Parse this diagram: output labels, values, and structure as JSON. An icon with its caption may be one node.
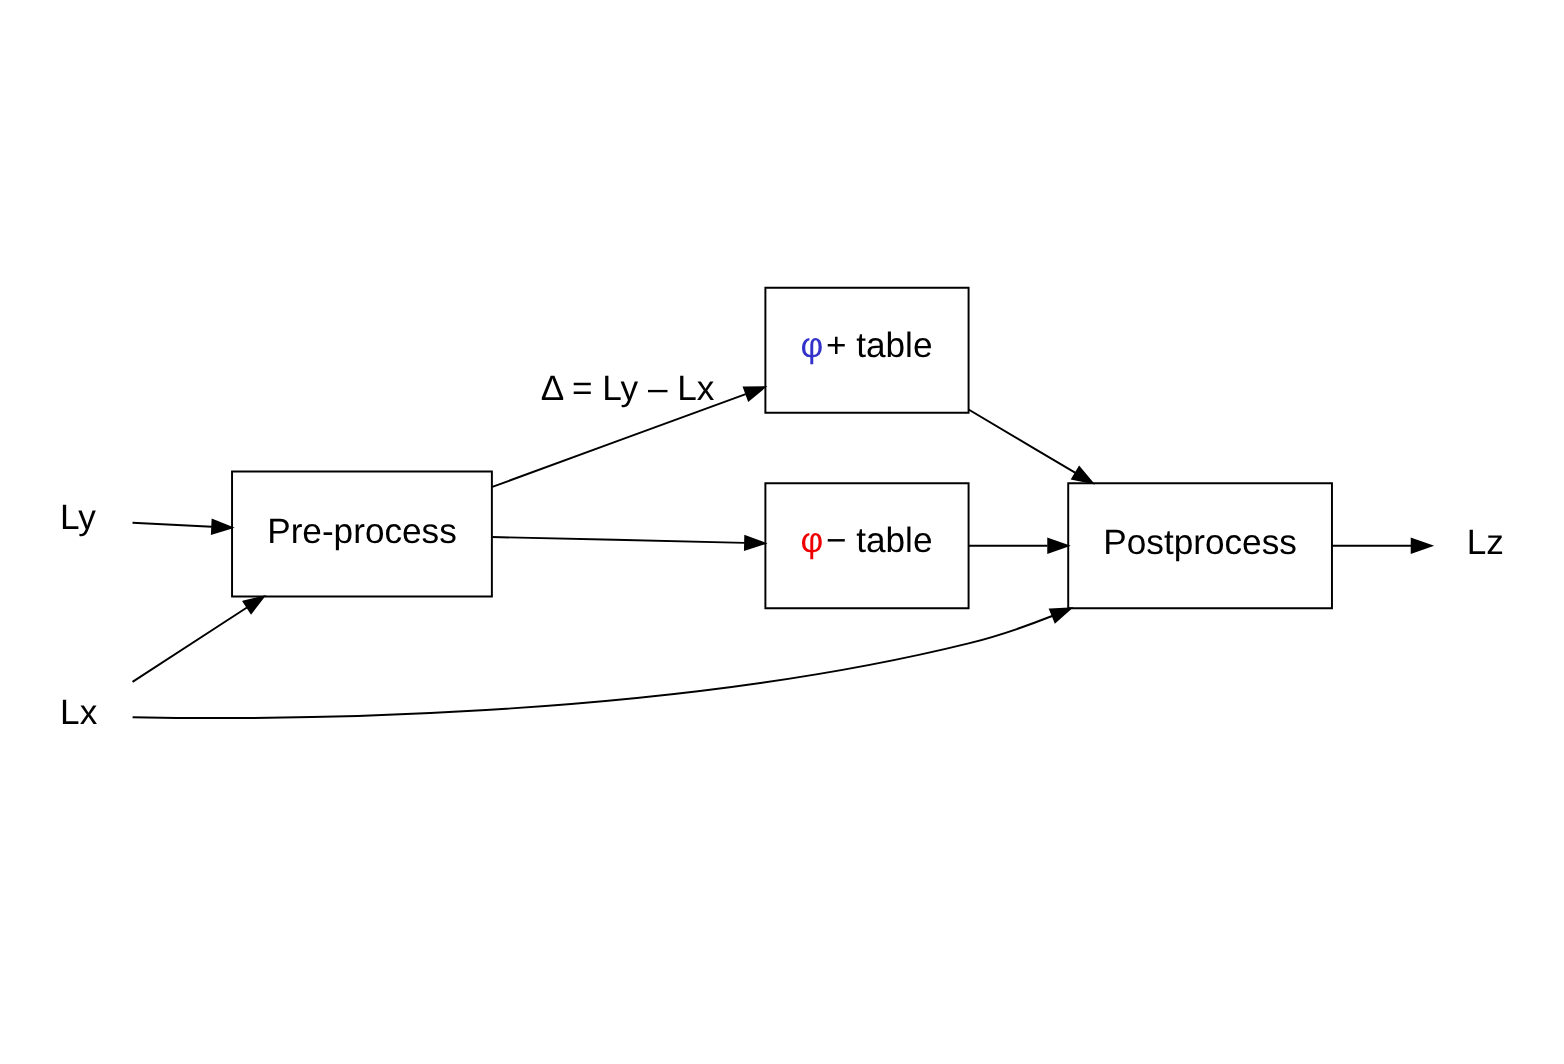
{
  "diagram": {
    "nodes": [
      {
        "text": [
          "Ly"
        ]
      },
      {
        "text": [
          "Lx"
        ]
      },
      {
        "text": [
          "Pre-process"
        ]
      },
      {
        "text": [
          "φ+ table"
        ]
      },
      {
        "text": [
          "φ− table"
        ]
      },
      {
        "text": [
          "Postprocess"
        ]
      },
      {
        "text": [
          "Lz"
        ]
      }
    ],
    "edges": [
      {
        "from": 0,
        "to": 2,
        "arrow": "to"
      },
      {
        "from": 1,
        "to": 2,
        "arrow": "to"
      },
      {
        "from": 1,
        "to": 5,
        "arrow": "to"
      },
      {
        "from": 2,
        "to": 3,
        "arrow": "to",
        "label": "Δ = Ly – Lx"
      },
      {
        "from": 2,
        "to": 4,
        "arrow": "to"
      },
      {
        "from": 3,
        "to": 5,
        "arrow": "to"
      },
      {
        "from": 4,
        "to": 5,
        "arrow": "to"
      },
      {
        "from": 5,
        "to": 6,
        "arrow": "to"
      }
    ]
  }
}
